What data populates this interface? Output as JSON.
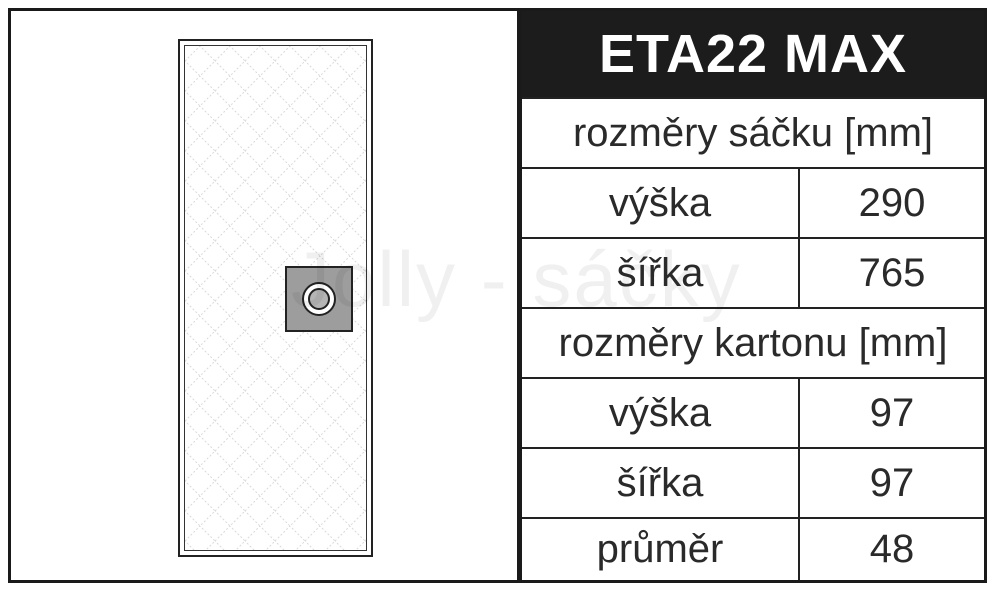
{
  "watermark": "Jolly - sáčky",
  "title": "ETA22 MAX",
  "sections": [
    {
      "heading": "rozměry sáčku [mm]",
      "rows": [
        {
          "label": "výška",
          "value": "290"
        },
        {
          "label": "šířka",
          "value": "765"
        }
      ]
    },
    {
      "heading": "rozměry kartonu [mm]",
      "rows": [
        {
          "label": "výška",
          "value": "97"
        },
        {
          "label": "šířka",
          "value": "97"
        },
        {
          "label": "průměr",
          "value": "48"
        }
      ]
    }
  ]
}
